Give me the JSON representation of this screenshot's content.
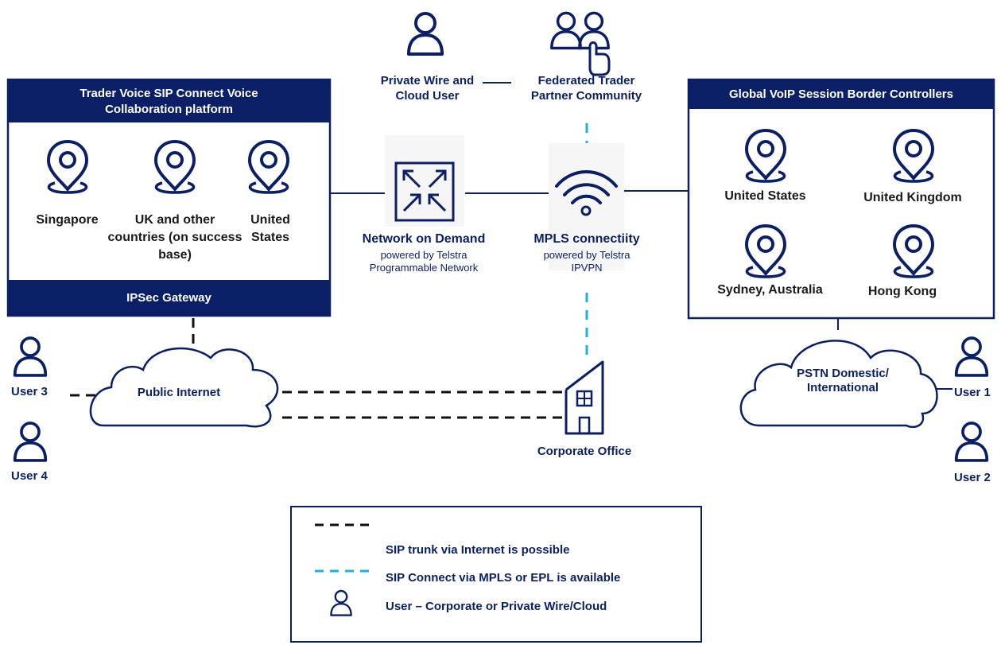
{
  "left_box": {
    "title": "Trader Voice SIP Connect Voice Collaboration platform",
    "locations": [
      "Singapore",
      "UK and other countries (on success base)",
      "United States"
    ],
    "footer": "IPSec Gateway"
  },
  "right_box": {
    "title": "Global VoIP Session Border Controllers",
    "locations": [
      "United States",
      "United Kingdom",
      "Sydney,  Australia",
      "Hong Kong"
    ]
  },
  "top": {
    "private_wire": "Private Wire and Cloud User",
    "federated": "Federated Trader Partner Community"
  },
  "nod": {
    "title": "Network on Demand",
    "sub1": "powered by Telstra",
    "sub2": "Programmable Network"
  },
  "mpls": {
    "title": "MPLS connectiity",
    "sub1": "powered by Telstra",
    "sub2": "IPVPN"
  },
  "clouds": {
    "internet": "Public Internet",
    "pstn_line1": "PSTN Domestic/",
    "pstn_line2": "International"
  },
  "office": "Corporate Office",
  "users": [
    "User 3",
    "User 4",
    "User 1",
    "User 2"
  ],
  "legend": {
    "black_dash": "SIP trunk via Internet is possible",
    "blue_dash": "SIP Connect via MPLS or EPL is available",
    "user": "User – Corporate or Private Wire/Cloud"
  },
  "colors": {
    "navy": "#0a1f66",
    "cyan": "#1ab0e8",
    "black": "#111111"
  }
}
